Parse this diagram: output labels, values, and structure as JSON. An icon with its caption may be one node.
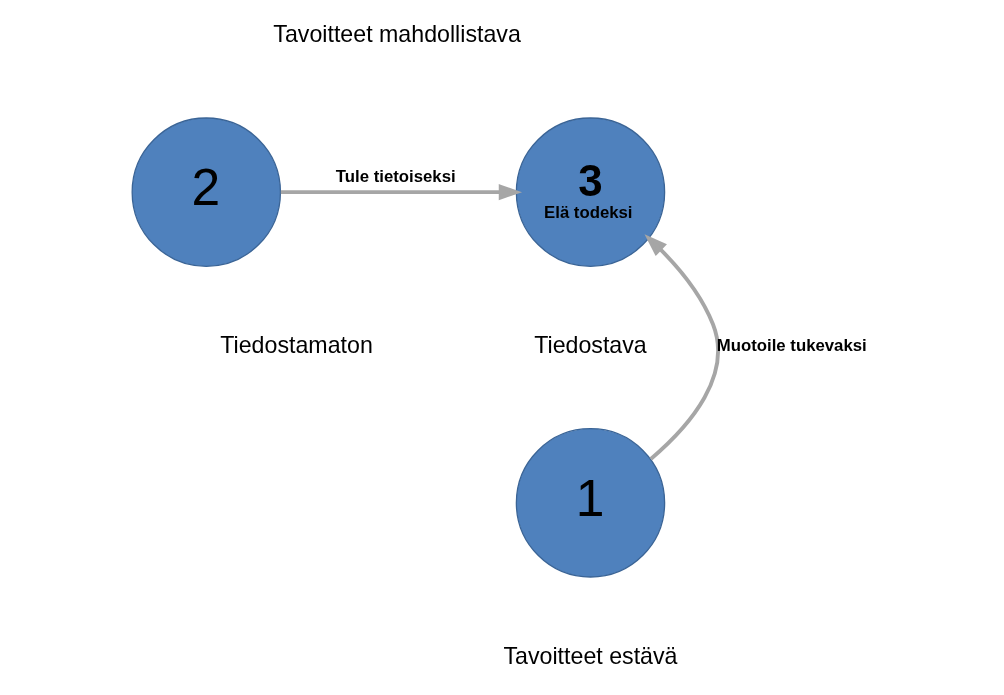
{
  "diagram": {
    "nodes": [
      {
        "text": [
          "2"
        ]
      },
      {
        "text": [
          "3",
          "Elä todeksi"
        ]
      },
      {
        "text": [
          "1"
        ]
      }
    ],
    "edges": [
      {
        "from": 0,
        "to": 1,
        "arrow": "to",
        "label": "Tule tietoiseksi"
      },
      {
        "from": 2,
        "to": 1,
        "arrow": "to",
        "label": "Muotoile tukevaksi"
      }
    ],
    "labels": [
      "Tavoitteet mahdollistava",
      "Tiedostamaton",
      "Tiedostava",
      "Tavoitteet estävä"
    ]
  }
}
